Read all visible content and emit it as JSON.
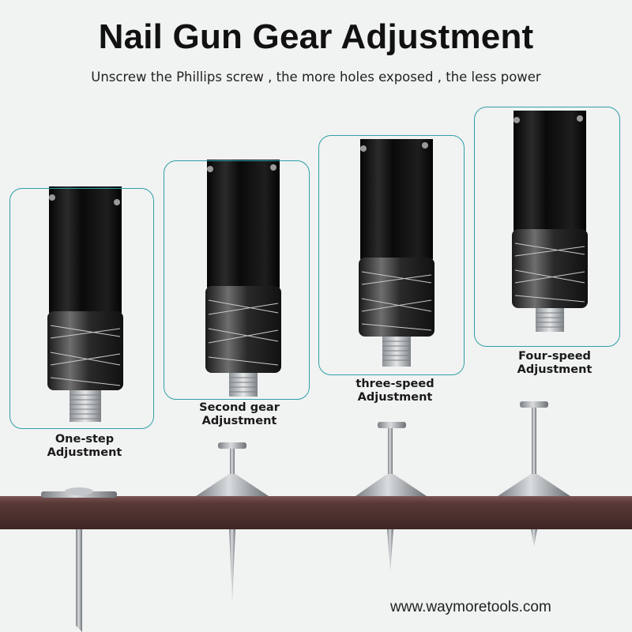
{
  "header": {
    "title": "Nail Gun Gear Adjustment",
    "subtitle": "Unscrew the Phillips screw , the more holes exposed , the less power"
  },
  "gears": [
    {
      "line1": "One-step",
      "line2": "Adjustment"
    },
    {
      "line1": "Second gear",
      "line2": "Adjustment"
    },
    {
      "line1": "three-speed",
      "line2": "Adjustment"
    },
    {
      "line1": "Four-speed",
      "line2": "Adjustment"
    }
  ],
  "footer": {
    "website": "www.waymoretools.com"
  },
  "colors": {
    "accent": "#2fa0a8",
    "board": "#5a3a38",
    "background": "#f1f2f2"
  }
}
